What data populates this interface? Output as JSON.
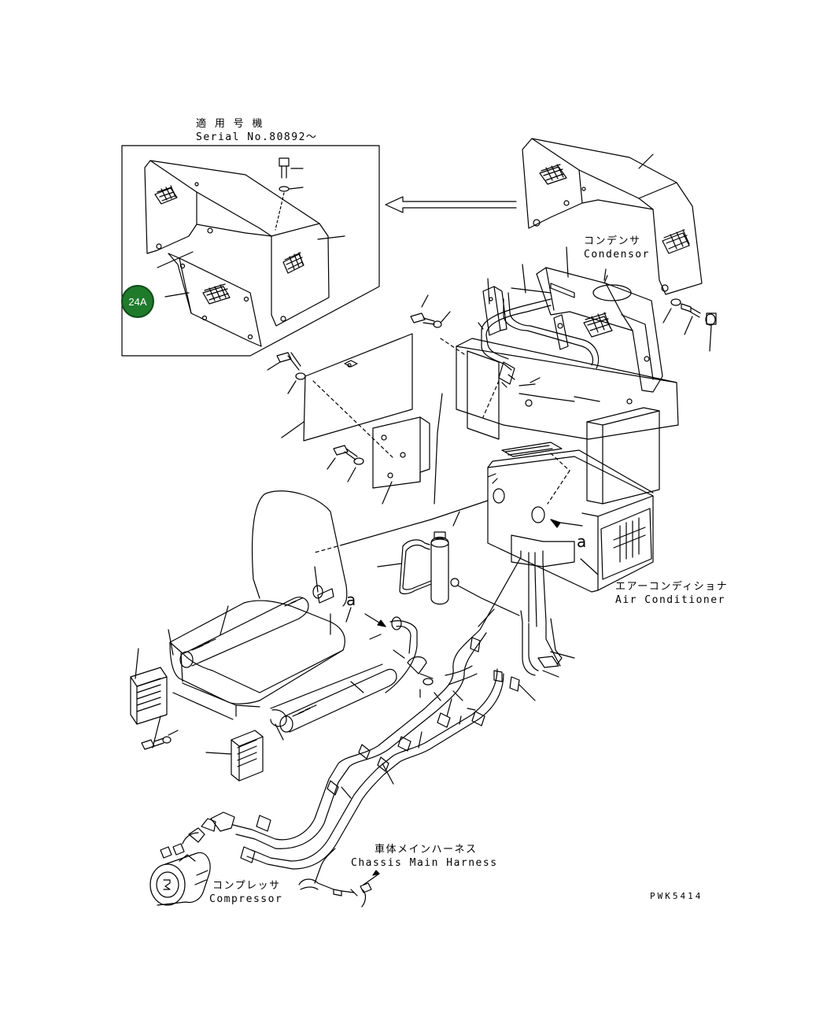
{
  "inset": {
    "title_jp": "適 用 号 機",
    "title_en": "Serial No.80892～"
  },
  "callout": {
    "label": "24A",
    "color": "#1f7a2c"
  },
  "labels": {
    "condenser_jp": "コンデンサ",
    "condenser_en": "Condensor",
    "aircon_jp": "エアーコンディショナ",
    "aircon_en": "Air Conditioner",
    "harness_jp": "車体メインハーネス",
    "harness_en": "Chassis Main Harness",
    "compressor_jp": "コンプレッサ",
    "compressor_en": "Compressor",
    "drawing_code": "PWK5414",
    "ref_a_1": "a",
    "ref_a_2": "a"
  }
}
